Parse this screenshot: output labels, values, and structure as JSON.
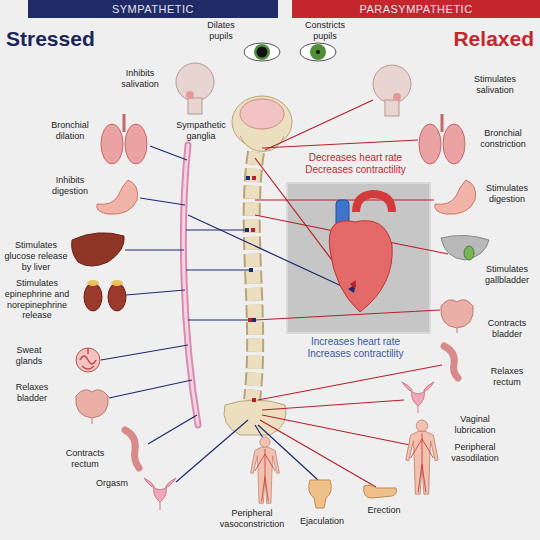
{
  "diagram": {
    "nodes": [
      {
        "text": [
          "SYMPATHETIC"
        ]
      },
      {
        "text": [
          "PARASYMPATHETIC"
        ]
      }
    ],
    "labels": [
      "Stressed",
      "Relaxed",
      "Dilates pupils",
      "Constricts pupils",
      "Inhibits salivation",
      "Stimulates salivation",
      "Bronchial dilation",
      "Sympathetic ganglia",
      "Bronchial constriction",
      "Decreases heart rate Decreases contractility",
      "Inhibits digestion",
      "Stimulates digestion",
      "Stimulates glucose release by liver",
      "Stimulates gallbladder",
      "Stimulates epinephrine and norepinephrine release",
      "Contracts bladder",
      "Increases heart rate Increases contractility",
      "Sweat glands",
      "Relaxes rectum",
      "Relaxes bladder",
      "Vaginal lubrication",
      "Contracts rectum",
      "Peripheral vasodilation",
      "Orgasm",
      "Peripheral vasoconstriction",
      "Ejaculation",
      "Erection"
    ]
  }
}
